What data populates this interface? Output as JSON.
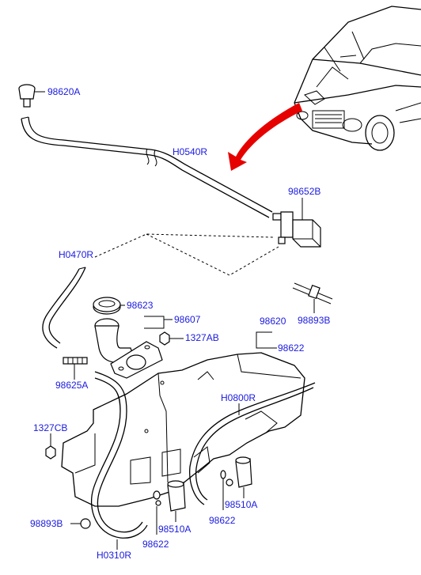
{
  "labels": {
    "p98620A": "98620A",
    "h0540r": "H0540R",
    "p98652b": "98652B",
    "h0470r": "H0470R",
    "p98623": "98623",
    "p98607": "98607",
    "p1327ab": "1327AB",
    "p98893b_right": "98893B",
    "p98620": "98620",
    "p98622_top": "98622",
    "p98625a": "98625A",
    "h0800r": "H0800R",
    "p1327cb": "1327CB",
    "p98510a_right": "98510A",
    "p98622_mid": "98622",
    "p98893b_left": "98893B",
    "p98510a_bottom": "98510A",
    "p98622_bottom": "98622",
    "h0310r": "H0310R"
  },
  "colors": {
    "label_text": "#1a1ae0",
    "arrow": "#e60000",
    "line": "#000000"
  },
  "icons": {
    "arrow": "red-curved-arrow-icon",
    "vehicle": "car-front-view-icon"
  }
}
